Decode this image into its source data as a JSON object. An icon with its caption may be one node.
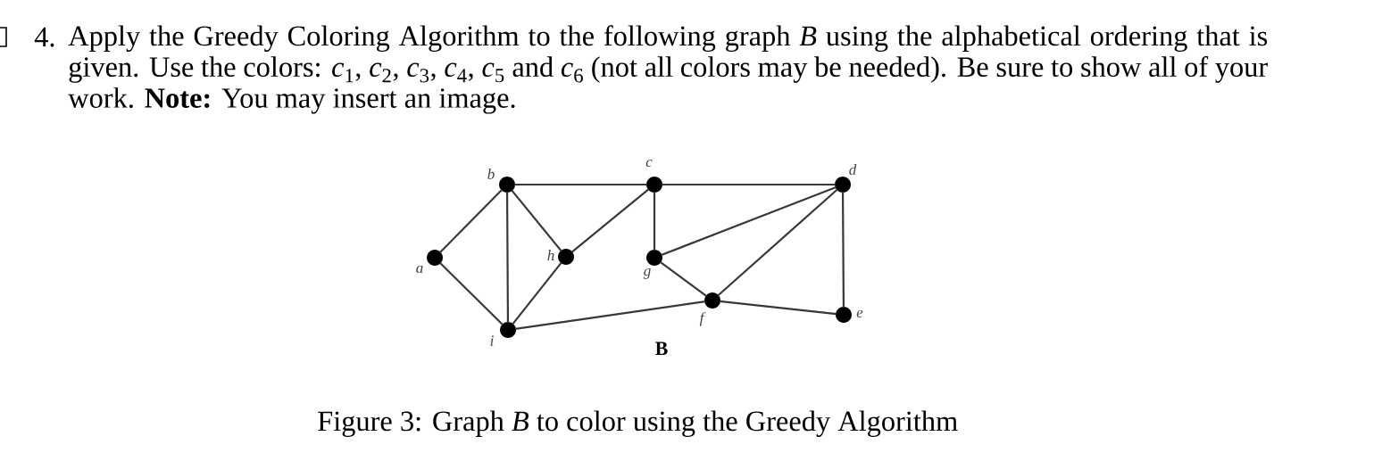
{
  "diagram": {
    "caption": "Figure 3: Graph *B* to color using the Greedy Algorithm",
    "nodes": [
      {
        "text": [],
        "shape": "circle",
        "beside": [
          "a"
        ]
      },
      {
        "text": [],
        "shape": "circle",
        "beside": [
          "b"
        ]
      },
      {
        "text": [],
        "shape": "circle",
        "beside": [
          "c"
        ]
      },
      {
        "text": [],
        "shape": "circle",
        "beside": [
          "d"
        ]
      },
      {
        "text": [],
        "shape": "circle",
        "beside": [
          "e"
        ]
      },
      {
        "text": [],
        "shape": "circle",
        "beside": [
          "f"
        ]
      },
      {
        "text": [],
        "shape": "circle",
        "beside": [
          "g"
        ]
      },
      {
        "text": [],
        "shape": "circle",
        "beside": [
          "h"
        ]
      },
      {
        "text": [],
        "shape": "circle",
        "beside": [
          "i"
        ]
      }
    ],
    "edges": [
      {
        "from": 0,
        "to": 1,
        "arrow": "none"
      },
      {
        "from": 0,
        "to": 8,
        "arrow": "none"
      },
      {
        "from": 1,
        "to": 2,
        "arrow": "none"
      },
      {
        "from": 1,
        "to": 7,
        "arrow": "none"
      },
      {
        "from": 1,
        "to": 8,
        "arrow": "none"
      },
      {
        "from": 2,
        "to": 3,
        "arrow": "none"
      },
      {
        "from": 2,
        "to": 6,
        "arrow": "none"
      },
      {
        "from": 2,
        "to": 7,
        "arrow": "none"
      },
      {
        "from": 3,
        "to": 4,
        "arrow": "none"
      },
      {
        "from": 3,
        "to": 5,
        "arrow": "none"
      },
      {
        "from": 3,
        "to": 6,
        "arrow": "none"
      },
      {
        "from": 4,
        "to": 5,
        "arrow": "none"
      },
      {
        "from": 5,
        "to": 6,
        "arrow": "none"
      },
      {
        "from": 5,
        "to": 8,
        "arrow": "none"
      },
      {
        "from": 7,
        "to": 8,
        "arrow": "none"
      }
    ],
    "labels": [
      "4.",
      "Apply the Greedy Coloring Algorithm to the following graph *B* using the alphabetical ordering that is given. Use the colors: *c*$_{1}$, *c*$_{2}$, *c*$_{3}$, *c*$_{4}$, *c*$_{5}$ and *c*$_{6}$ (not all colors may be needed). Be sure to show all of your work. **Note:** You may insert an image.",
      "B"
    ]
  }
}
